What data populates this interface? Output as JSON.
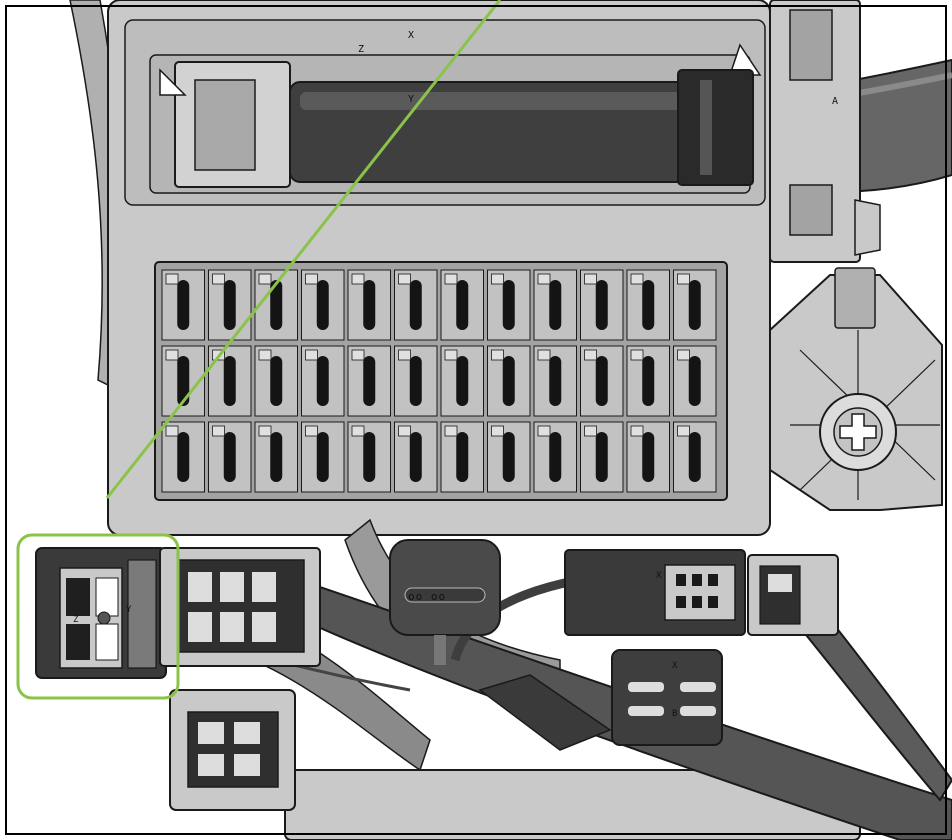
{
  "colors": {
    "background": "#ffffff",
    "body_light": "#c9c9c9",
    "body_mid": "#a3a3a3",
    "body_dark": "#5d5d5d",
    "terminal_black": "#141414",
    "cable": "#555555",
    "cable_light": "#8a8a8a",
    "outline": "#1a1a1a",
    "callout": "#8bc34a"
  },
  "labels": {
    "axis_z_top": "Z",
    "axis_x_top": "X",
    "axis_y_top": "Y",
    "axis_z_callout": "Z",
    "axis_y_callout": "Y",
    "axis_x_lower": "X",
    "axis_x_bottom": "X",
    "axis_b_bottom": "B",
    "mark_a": "A",
    "center_connector_pins": "oo oo"
  }
}
